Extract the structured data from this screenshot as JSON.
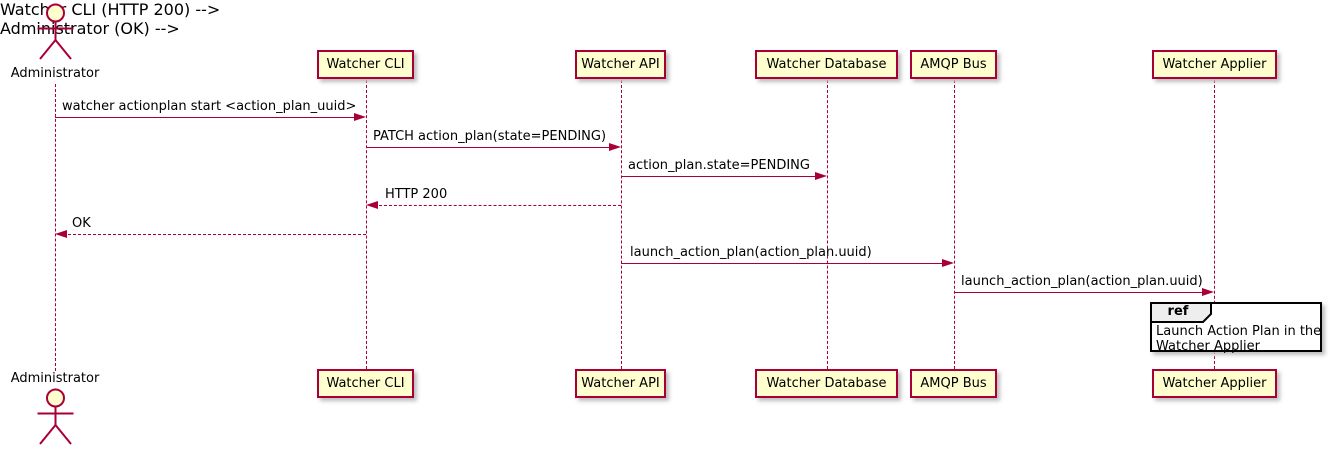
{
  "diagram": {
    "type": "uml-sequence-diagram",
    "colors": {
      "accent": "#A80036",
      "participant_fill": "#FEFECE",
      "ref_tab_fill": "#EEEEEE",
      "ref_fill": "#FFFFFF",
      "background": "#FFFFFF",
      "text": "#000000"
    }
  },
  "actor": {
    "label": "Administrator"
  },
  "participants": [
    {
      "label": "Watcher CLI"
    },
    {
      "label": "Watcher API"
    },
    {
      "label": "Watcher Database"
    },
    {
      "label": "AMQP Bus"
    },
    {
      "label": "Watcher Applier"
    }
  ],
  "messages": [
    {
      "text": "watcher actionplan start <action_plan_uuid>",
      "from": "Administrator",
      "to": "Watcher CLI",
      "style": "solid",
      "direction": "right"
    },
    {
      "text": "PATCH action_plan(state=PENDING)",
      "from": "Watcher CLI",
      "to": "Watcher API",
      "style": "solid",
      "direction": "right"
    },
    {
      "text": "action_plan.state=PENDING",
      "from": "Watcher API",
      "to": "Watcher Database",
      "style": "solid",
      "direction": "right"
    },
    {
      "text": "HTTP 200",
      "from": "Watcher API",
      "to": "Watcher CLI",
      "style": "dashed",
      "direction": "left"
    },
    {
      "text": "OK",
      "from": "Watcher CLI",
      "to": "Administrator",
      "style": "dashed",
      "direction": "left"
    },
    {
      "text": "launch_action_plan(action_plan.uuid)",
      "from": "Watcher API",
      "to": "AMQP Bus",
      "style": "solid",
      "direction": "right"
    },
    {
      "text": "launch_action_plan(action_plan.uuid)",
      "from": "AMQP Bus",
      "to": "Watcher Applier",
      "style": "solid",
      "direction": "right"
    }
  ],
  "ref": {
    "keyword": "ref",
    "lines": [
      "Launch Action Plan in the",
      "Watcher Applier"
    ],
    "over": "Watcher Applier"
  }
}
